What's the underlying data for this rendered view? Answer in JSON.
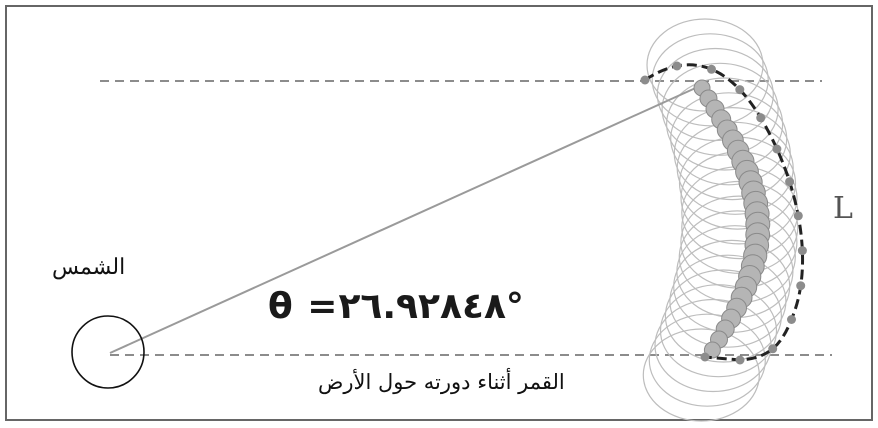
{
  "labels": {
    "sun": "الشمس",
    "moon_orbit": "القمر  أثناء دورته حول الأرض",
    "length": "L",
    "angle": "θ =٢٦.٩٢٨٤٨°"
  },
  "colors": {
    "frame": "#666666",
    "dashed_line": "#666666",
    "sight_line": "#999999",
    "orbit_circles": "#bdbdbd",
    "moon_beads": "#b5b5b5",
    "moon_bead_edge": "#8a8a8a",
    "path_dash": "#222222",
    "path_dots": "#8c8c8c"
  },
  "icons": {
    "sun": "circle-outline"
  }
}
